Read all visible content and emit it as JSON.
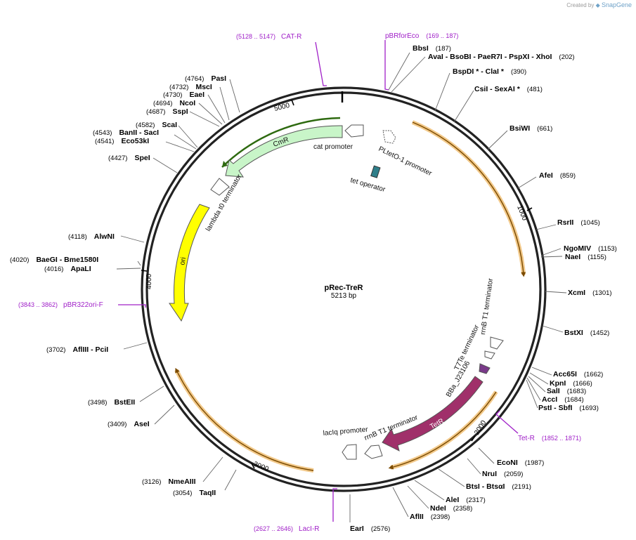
{
  "credit": {
    "created_by": "Created by",
    "brand": "SnapGene"
  },
  "plasmid": {
    "name": "pRec-TreR",
    "length_label": "5213 bp",
    "length": 5213
  },
  "ruler": [
    "1000",
    "2000",
    "3000",
    "4000",
    "5000"
  ],
  "sites": [
    {
      "names": "BbsI",
      "pos": "(187)"
    },
    {
      "names": "AvaI - BsoBI - PaeR7I - PspXI - XhoI",
      "pos": "(202)"
    },
    {
      "names": "BspDI * - ClaI *",
      "pos": "(390)"
    },
    {
      "names": "CsiI - SexAI *",
      "pos": "(481)"
    },
    {
      "names": "BsiWI",
      "pos": "(661)"
    },
    {
      "names": "AfeI",
      "pos": "(859)"
    },
    {
      "names": "RsrII",
      "pos": "(1045)"
    },
    {
      "names": "NgoMIV",
      "pos": "(1153)"
    },
    {
      "names": "NaeI",
      "pos": "(1155)"
    },
    {
      "names": "XcmI",
      "pos": "(1301)"
    },
    {
      "names": "BstXI",
      "pos": "(1452)"
    },
    {
      "names": "Acc65I",
      "pos": "(1662)"
    },
    {
      "names": "KpnI",
      "pos": "(1666)"
    },
    {
      "names": "SalI",
      "pos": "(1683)"
    },
    {
      "names": "AccI",
      "pos": "(1684)"
    },
    {
      "names": "PstI - SbfI",
      "pos": "(1693)"
    },
    {
      "names": "EcoNI",
      "pos": "(1987)"
    },
    {
      "names": "NruI",
      "pos": "(2059)"
    },
    {
      "names": "BtsI - BtsαI",
      "pos": "(2191)"
    },
    {
      "names": "AleI",
      "pos": "(2317)"
    },
    {
      "names": "NdeI",
      "pos": "(2358)"
    },
    {
      "names": "AflII",
      "pos": "(2398)"
    },
    {
      "names": "EarI",
      "pos": "(2576)"
    },
    {
      "names": "TaqII",
      "pos": "(3054)"
    },
    {
      "names": "NmeAIII",
      "pos": "(3126)"
    },
    {
      "names": "AseI",
      "pos": "(3409)"
    },
    {
      "names": "BstEII",
      "pos": "(3498)"
    },
    {
      "names": "AflIII - PciI",
      "pos": "(3702)"
    },
    {
      "names": "ApaLI",
      "pos": "(4016)"
    },
    {
      "names": "BaeGI - Bme1580I",
      "pos": "(4020)"
    },
    {
      "names": "AlwNI",
      "pos": "(4118)"
    },
    {
      "names": "SpeI",
      "pos": "(4427)"
    },
    {
      "names": "Eco53kI",
      "pos": "(4541)"
    },
    {
      "names": "BanII - SacI",
      "pos": "(4543)"
    },
    {
      "names": "ScaI",
      "pos": "(4582)"
    },
    {
      "names": "SspI",
      "pos": "(4687)"
    },
    {
      "names": "NcoI",
      "pos": "(4694)"
    },
    {
      "names": "EaeI",
      "pos": "(4730)"
    },
    {
      "names": "MscI",
      "pos": "(4732)"
    },
    {
      "names": "PasI",
      "pos": "(4764)"
    }
  ],
  "primers": [
    {
      "name": "CAT-R",
      "range": "(5128 .. 5147)"
    },
    {
      "name": "pBRforEco",
      "range": "(169 .. 187)"
    },
    {
      "name": "Tet-R",
      "range": "(1852 .. 1871)"
    },
    {
      "name": "LacI-R",
      "range": "(2627 .. 2646)"
    },
    {
      "name": "pBR322ori-F",
      "range": "(3843 .. 3862)"
    }
  ],
  "features": {
    "cmr": "CmR",
    "ori": "ori",
    "tetr": "TetR",
    "cat_promoter": "cat promoter",
    "pltet": "PLtetO-1 promoter",
    "tet_operator": "tet operator",
    "lambda_t0": "lambda t0 terminator",
    "rrnb_t1_top": "rrnB T1 terminator",
    "t7te": "T7Te terminator",
    "bba": "BBa_J23106",
    "laciq": "lacIq promoter",
    "rrnb_t1_bottom": "rrnB T1 terminator"
  },
  "colors": {
    "cmr": "#c8f5c8",
    "ori": "#ffff00",
    "tetr": "#a0306a",
    "primer": "#a020c8",
    "orange_arc": "#e8a640"
  }
}
